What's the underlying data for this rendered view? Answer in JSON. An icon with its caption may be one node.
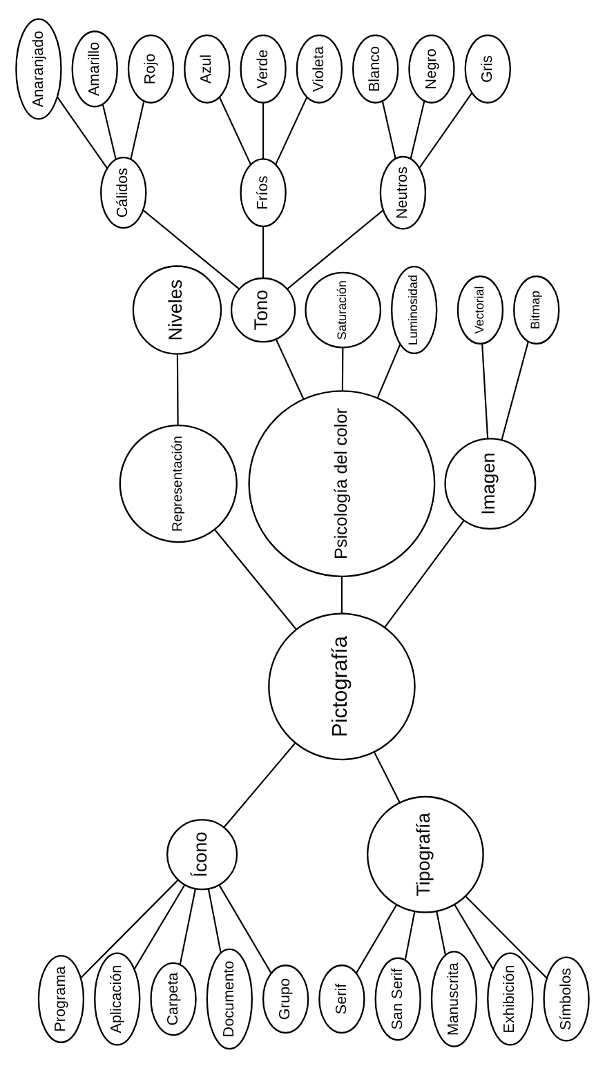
{
  "diagram": {
    "nodes": [
      {
        "text": [
          "Pictografía"
        ]
      },
      {
        "text": [
          "Representación"
        ]
      },
      {
        "text": [
          "Niveles"
        ]
      },
      {
        "text": [
          "Ícono"
        ]
      },
      {
        "text": [
          "Programa"
        ]
      },
      {
        "text": [
          "Aplicación"
        ]
      },
      {
        "text": [
          "Carpeta"
        ]
      },
      {
        "text": [
          "Documento"
        ]
      },
      {
        "text": [
          "Grupo"
        ]
      },
      {
        "text": [
          "Tipografía"
        ]
      },
      {
        "text": [
          "Serif"
        ]
      },
      {
        "text": [
          "San Serif"
        ]
      },
      {
        "text": [
          "Manuscrita"
        ]
      },
      {
        "text": [
          "Exhibición"
        ]
      },
      {
        "text": [
          "Símbolos"
        ]
      },
      {
        "text": [
          "Psicología del color"
        ]
      },
      {
        "text": [
          "Tono"
        ]
      },
      {
        "text": [
          "Saturación"
        ]
      },
      {
        "text": [
          "Luminosidad"
        ]
      },
      {
        "text": [
          "Cálidos"
        ]
      },
      {
        "text": [
          "Fríos"
        ]
      },
      {
        "text": [
          "Neutros"
        ]
      },
      {
        "text": [
          "Anaranjado"
        ]
      },
      {
        "text": [
          "Amarillo"
        ]
      },
      {
        "text": [
          "Rojo"
        ]
      },
      {
        "text": [
          "Azul"
        ]
      },
      {
        "text": [
          "Verde"
        ]
      },
      {
        "text": [
          "Violeta"
        ]
      },
      {
        "text": [
          "Blanco"
        ]
      },
      {
        "text": [
          "Negro"
        ]
      },
      {
        "text": [
          "Gris"
        ]
      },
      {
        "text": [
          "Imagen"
        ]
      },
      {
        "text": [
          "Vectorial"
        ]
      },
      {
        "text": [
          "Bitmap"
        ]
      }
    ],
    "edges": [
      {
        "from": 0,
        "to": 1,
        "arrow": "none"
      },
      {
        "from": 1,
        "to": 2,
        "arrow": "none"
      },
      {
        "from": 0,
        "to": 3,
        "arrow": "none"
      },
      {
        "from": 3,
        "to": 4,
        "arrow": "none"
      },
      {
        "from": 3,
        "to": 5,
        "arrow": "none"
      },
      {
        "from": 3,
        "to": 6,
        "arrow": "none"
      },
      {
        "from": 3,
        "to": 7,
        "arrow": "none"
      },
      {
        "from": 3,
        "to": 8,
        "arrow": "none"
      },
      {
        "from": 0,
        "to": 9,
        "arrow": "none"
      },
      {
        "from": 9,
        "to": 10,
        "arrow": "none"
      },
      {
        "from": 9,
        "to": 11,
        "arrow": "none"
      },
      {
        "from": 9,
        "to": 12,
        "arrow": "none"
      },
      {
        "from": 9,
        "to": 13,
        "arrow": "none"
      },
      {
        "from": 9,
        "to": 14,
        "arrow": "none"
      },
      {
        "from": 0,
        "to": 15,
        "arrow": "none"
      },
      {
        "from": 15,
        "to": 16,
        "arrow": "none"
      },
      {
        "from": 15,
        "to": 17,
        "arrow": "none"
      },
      {
        "from": 15,
        "to": 18,
        "arrow": "none"
      },
      {
        "from": 16,
        "to": 19,
        "arrow": "none"
      },
      {
        "from": 16,
        "to": 20,
        "arrow": "none"
      },
      {
        "from": 16,
        "to": 21,
        "arrow": "none"
      },
      {
        "from": 19,
        "to": 22,
        "arrow": "none"
      },
      {
        "from": 19,
        "to": 23,
        "arrow": "none"
      },
      {
        "from": 19,
        "to": 24,
        "arrow": "none"
      },
      {
        "from": 20,
        "to": 25,
        "arrow": "none"
      },
      {
        "from": 20,
        "to": 26,
        "arrow": "none"
      },
      {
        "from": 20,
        "to": 27,
        "arrow": "none"
      },
      {
        "from": 21,
        "to": 28,
        "arrow": "none"
      },
      {
        "from": 21,
        "to": 29,
        "arrow": "none"
      },
      {
        "from": 21,
        "to": 30,
        "arrow": "none"
      },
      {
        "from": 0,
        "to": 31,
        "arrow": "none"
      },
      {
        "from": 31,
        "to": 32,
        "arrow": "none"
      },
      {
        "from": 31,
        "to": 33,
        "arrow": "none"
      }
    ]
  }
}
